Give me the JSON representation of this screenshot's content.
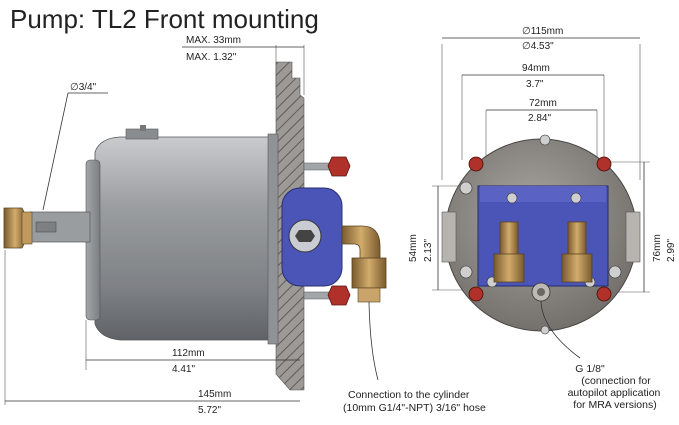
{
  "title": "Pump: TL2 Front mounting",
  "dims": {
    "max_mm": "MAX. 33mm",
    "max_in": "MAX. 1.32\"",
    "shaft_dia": "∅3/4\"",
    "len112_mm": "112mm",
    "len112_in": "4.41\"",
    "len145_mm": "145mm",
    "len145_in": "5.72\"",
    "dia115_mm": "∅115mm",
    "dia115_in": "∅4.53\"",
    "w94_mm": "94mm",
    "w94_in": "3.7\"",
    "w72_mm": "72mm",
    "w72_in": "2.84\"",
    "h54_mm": "54mm",
    "h54_in": "2.13\"",
    "h76_mm": "76mm",
    "h76_in": "2.99\""
  },
  "notes": {
    "cylinder_line1": "Connection to the cylinder",
    "cylinder_line2": "(10mm G1/4\"-NPT) 3/16\" hose",
    "g18_line1": "G 1/8\"",
    "g18_line2": "(connection for",
    "g18_line3": "autopilot application",
    "g18_line4": "for MRA versions)"
  },
  "colors": {
    "body": "#8c8f93",
    "panel": "#6f6c68",
    "brass": "#b08a52",
    "blue": "#4b55b8",
    "red_nut": "#b0302a"
  }
}
